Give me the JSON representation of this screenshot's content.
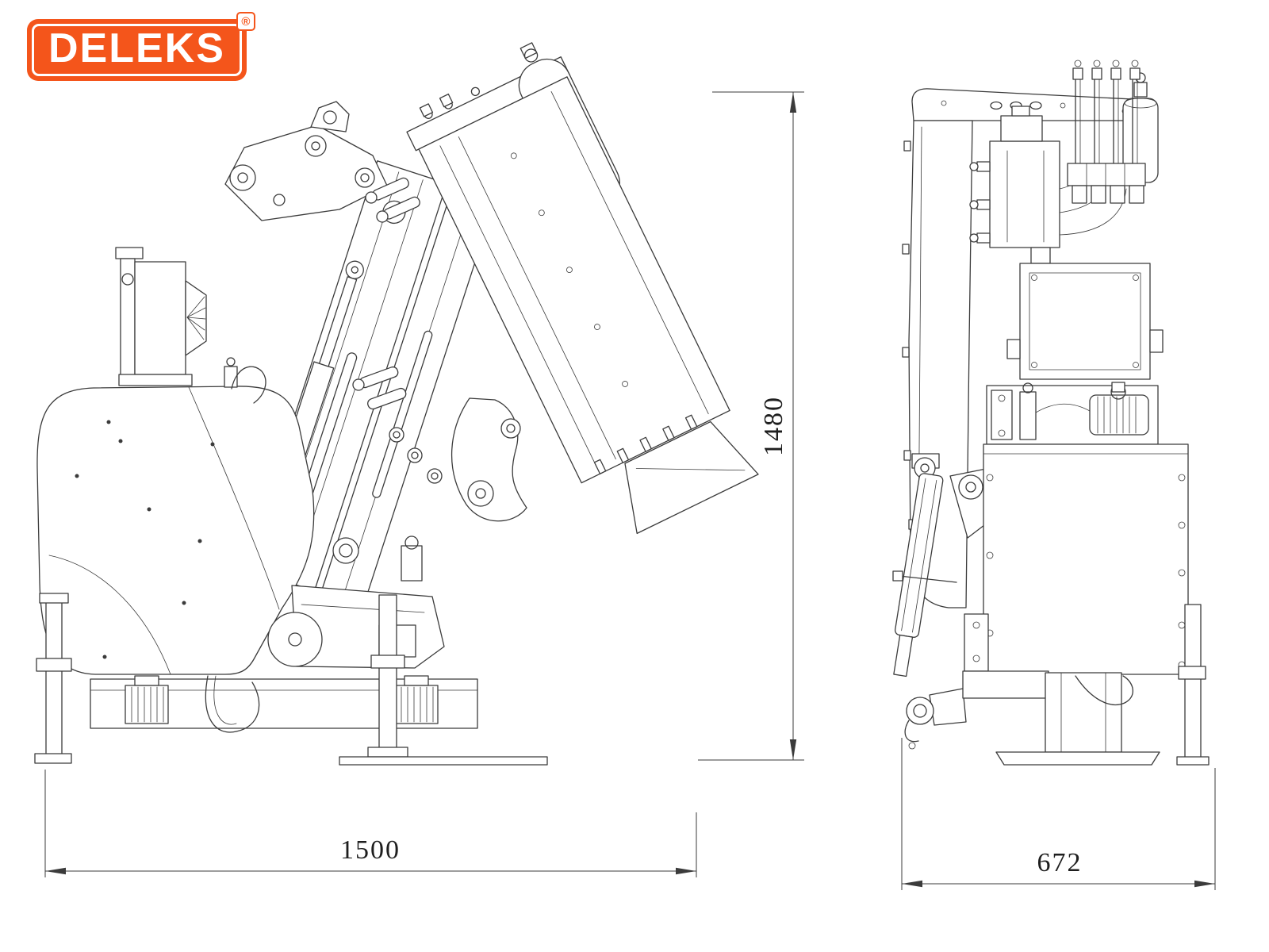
{
  "logo": {
    "text": "DELEKS",
    "registered": "®",
    "brand_color": "#F4551B"
  },
  "drawing": {
    "line_color": "#3B3B3B",
    "dimensions": {
      "height": "1480",
      "width": "1500",
      "depth": "672"
    }
  }
}
